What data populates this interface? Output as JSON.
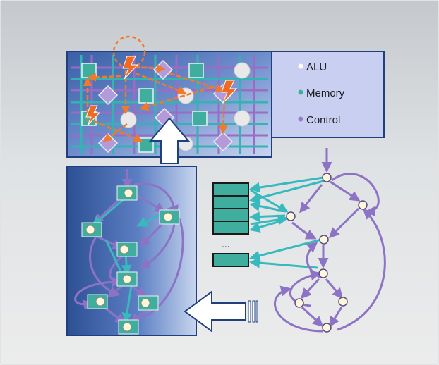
{
  "legend": {
    "items": [
      {
        "label": "ALU",
        "color": "#ffffff",
        "shape": "circle"
      },
      {
        "label": "Memory",
        "color": "#3fae9e",
        "shape": "square"
      },
      {
        "label": "Control",
        "color": "#9a7cc4",
        "shape": "diamond"
      }
    ]
  },
  "memory_stack": {
    "ellipsis": "..."
  },
  "colors": {
    "panel_blue": "#2d4f93",
    "grid_purple": "#9a6cc4",
    "grid_teal": "#34b3b3",
    "memory_teal": "#3fae9e",
    "control_purple": "#a98fd1",
    "alu_white": "#e9e9e9",
    "arrow_orange": "#f07a2a",
    "flow_purple": "#8d73c6",
    "flow_teal": "#37b9bd",
    "node_fill": "#fff8d6",
    "background": "#dcdfe2"
  },
  "icons": [
    "lightning-bolt-icon",
    "dashed-circle-highlight",
    "hollow-arrow-up-icon",
    "hollow-arrow-left-icon"
  ]
}
